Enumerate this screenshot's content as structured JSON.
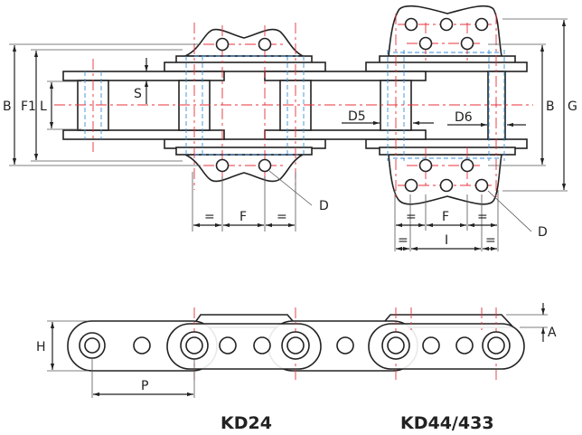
{
  "labels": {
    "B_left": "B",
    "F1": "F1",
    "L": "L",
    "S": "S",
    "D5": "D5",
    "D6": "D6",
    "B_right": "B",
    "G": "G",
    "D_left": "D",
    "D_right": "D",
    "eq1": "=",
    "F_left": "F",
    "eq2": "=",
    "eq3": "=",
    "F_right": "F",
    "eq4": "=",
    "eq5": "=",
    "I": "I",
    "eq6": "=",
    "H": "H",
    "P": "P",
    "A": "A"
  },
  "titles": {
    "kd24": "KD24",
    "kd44": "KD44/433"
  },
  "colors": {
    "outline": "#222222",
    "centerline": "#e8303a",
    "hidden": "#3a8ed8"
  }
}
